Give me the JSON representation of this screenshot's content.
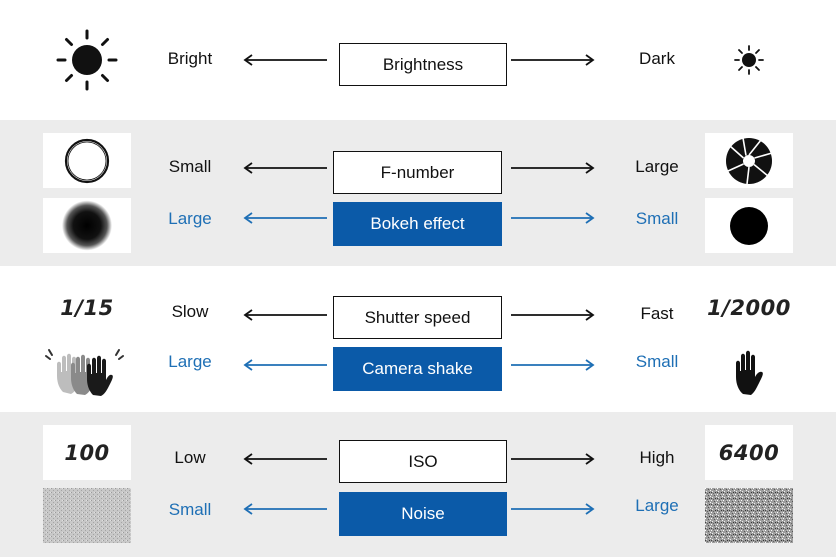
{
  "rows": [
    {
      "left_label": "Bright",
      "center_label": "Brightness",
      "right_label": "Dark",
      "left_icon": "large-sun-icon",
      "right_icon": "small-sun-icon"
    },
    {
      "left_label": "Small",
      "center_label": "F-number",
      "right_label": "Large",
      "left_icon": "open-aperture-icon",
      "right_icon": "closed-aperture-icon",
      "sub": {
        "left_label": "Large",
        "center_label": "Bokeh effect",
        "right_label": "Small",
        "left_icon": "blurred-circle-icon",
        "right_icon": "sharp-circle-icon"
      }
    },
    {
      "left_label": "Slow",
      "center_label": "Shutter speed",
      "right_label": "Fast",
      "left_tile_text": "1/15",
      "right_tile_text": "1/2000",
      "sub": {
        "left_label": "Large",
        "center_label": "Camera shake",
        "right_label": "Small",
        "left_icon": "shaking-hand-icon",
        "right_icon": "still-hand-icon"
      }
    },
    {
      "left_label": "Low",
      "center_label": "ISO",
      "right_label": "High",
      "left_tile_text": "100",
      "right_tile_text": "6400",
      "sub": {
        "left_label": "Small",
        "center_label": "Noise",
        "right_label": "Large",
        "left_icon": "low-noise-texture-icon",
        "right_icon": "high-noise-texture-icon"
      }
    }
  ],
  "colors": {
    "accent_blue": "#0b5aa8",
    "label_blue": "#1e6fb5",
    "band_gray": "#ececec",
    "black": "#111111"
  }
}
